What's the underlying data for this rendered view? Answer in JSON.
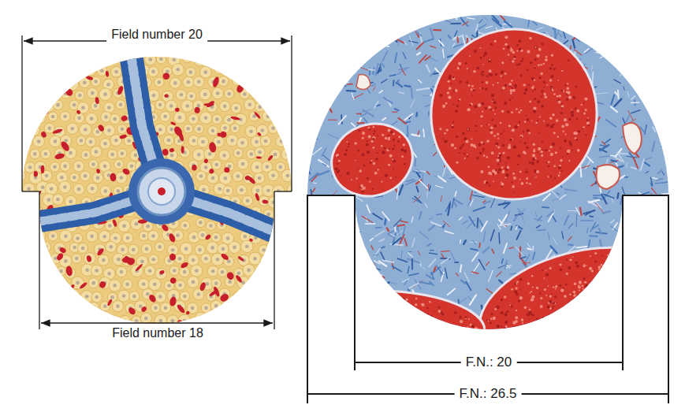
{
  "diagram": {
    "labels": [
      "Field number 20",
      "Field number 18",
      "F.N.: 20",
      "F.N.: 26.5"
    ]
  }
}
